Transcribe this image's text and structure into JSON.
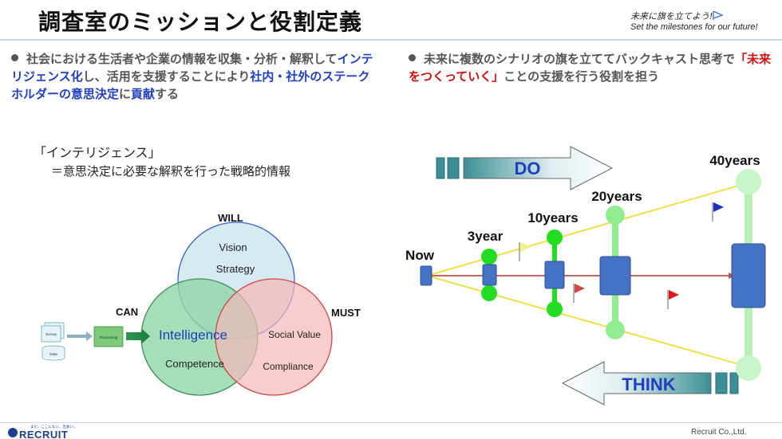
{
  "title": "調査室のミッションと役割定義",
  "tagline": {
    "jp": "未来に旗を立てよう!",
    "en": "Set the milestones for our future!"
  },
  "left_bullet": {
    "p1": "社会における生活者や企業の情報を収集・分析・解釈して",
    "p2": "インテリジェンス化",
    "p3": "し、活用を支援することにより",
    "p4": "社内・社外のステークホルダーの意思決定",
    "p5": "に",
    "p6": "貢献",
    "p7": "する"
  },
  "right_bullet": {
    "p1": "未来に複数のシナリオの旗を立ててバックキャスト思考で",
    "p2": "「未来をつくっていく」",
    "p3": "ことの支援を行う役割を担う"
  },
  "intelligence_heading": "「インテリジェンス」",
  "intelligence_definition": "＝意思決定に必要な解釈を行った戦略的情報",
  "venn": {
    "will": "WILL",
    "can": "CAN",
    "must": "MUST",
    "vision": "Vision",
    "strategy": "Strategy",
    "intelligence": "Intelligence",
    "competence": "Competence",
    "social_value": "Social Value",
    "compliance": "Compliance",
    "survey_label": "Survey",
    "data_label": "Data",
    "processing_label": "Processing",
    "colors": {
      "will": "#cfe6ee",
      "can": "#8fd6a6",
      "must": "#f5b8b8"
    }
  },
  "timeline": {
    "do_label": "DO",
    "think_label": "THINK",
    "now": "Now",
    "milestones": [
      "3year",
      "10years",
      "20years",
      "40years"
    ]
  },
  "footer": {
    "company": "Recruit Co.,Ltd.",
    "logo_text": "RECRUIT",
    "logo_tagline": "まだ、ここにない、出会い。"
  }
}
